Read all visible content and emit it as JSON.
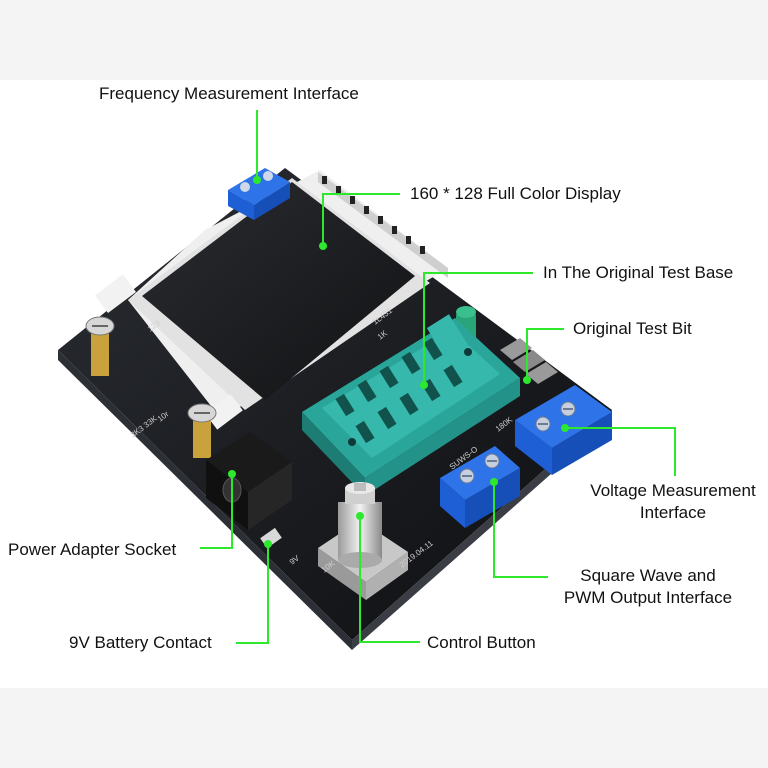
{
  "callouts": {
    "frequency": "Frequency Measurement Interface",
    "display": "160 * 128 Full Color Display",
    "test_base": "In The Original Test Base",
    "test_bit": "Original Test Bit",
    "voltage_line1": "Voltage Measurement",
    "voltage_line2": "Interface",
    "power_socket": "Power Adapter Socket",
    "square_line1": "Square Wave and",
    "square_line2": "PWM Output Interface",
    "battery": "9V Battery Contact",
    "control": "Control Button"
  },
  "silkscreen": {
    "resistors": "3K3 33K",
    "r10": "10r",
    "pins": "123",
    "chip": "1L431",
    "r1k": "1K",
    "freq_label": "SUWS-O",
    "r180": "180K",
    "nine_v": "9V",
    "enc": "10K",
    "date": "2019.04.11"
  },
  "colors": {
    "leader": "#2ee82e",
    "pcb": "#16181c",
    "terminal": "#1f5fd6",
    "zif": "#2aa59a",
    "screen": "#1b1d20"
  }
}
